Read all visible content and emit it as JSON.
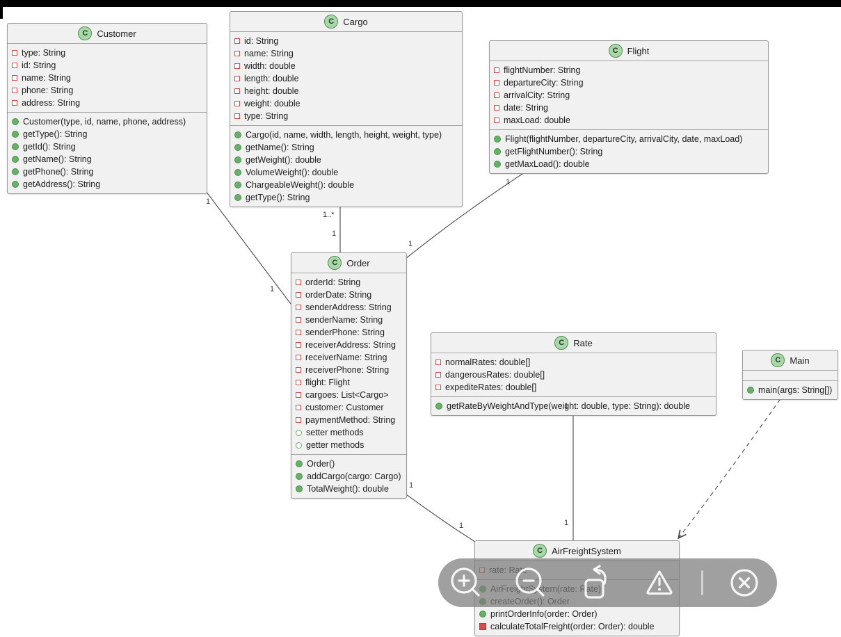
{
  "diagram": {
    "classes": [
      {
        "name": "Customer",
        "stereotype": "C",
        "attributes": [
          {
            "icon": "field",
            "text": "type: String"
          },
          {
            "icon": "field",
            "text": "id: String"
          },
          {
            "icon": "field",
            "text": "name: String"
          },
          {
            "icon": "field",
            "text": "phone: String"
          },
          {
            "icon": "field",
            "text": "address: String"
          }
        ],
        "methods": [
          {
            "icon": "method",
            "text": "Customer(type, id, name, phone, address)"
          },
          {
            "icon": "method",
            "text": "getType(): String"
          },
          {
            "icon": "method",
            "text": "getId(): String"
          },
          {
            "icon": "method",
            "text": "getName(): String"
          },
          {
            "icon": "method",
            "text": "getPhone(): String"
          },
          {
            "icon": "method",
            "text": "getAddress(): String"
          }
        ]
      },
      {
        "name": "Cargo",
        "stereotype": "C",
        "attributes": [
          {
            "icon": "field",
            "text": "id: String"
          },
          {
            "icon": "field",
            "text": "name: String"
          },
          {
            "icon": "field",
            "text": "width: double"
          },
          {
            "icon": "field",
            "text": "length: double"
          },
          {
            "icon": "field",
            "text": "height: double"
          },
          {
            "icon": "field",
            "text": "weight: double"
          },
          {
            "icon": "field",
            "text": "type: String"
          }
        ],
        "methods": [
          {
            "icon": "method",
            "text": "Cargo(id, name, width, length, height, weight, type)"
          },
          {
            "icon": "method",
            "text": "getName(): String"
          },
          {
            "icon": "method",
            "text": "getWeight(): double"
          },
          {
            "icon": "method",
            "text": "VolumeWeight(): double"
          },
          {
            "icon": "method",
            "text": "ChargeableWeight(): double"
          },
          {
            "icon": "method",
            "text": "getType(): String"
          }
        ]
      },
      {
        "name": "Flight",
        "stereotype": "C",
        "attributes": [
          {
            "icon": "field",
            "text": "flightNumber: String"
          },
          {
            "icon": "field",
            "text": "departureCity: String"
          },
          {
            "icon": "field",
            "text": "arrivalCity: String"
          },
          {
            "icon": "field",
            "text": "date: String"
          },
          {
            "icon": "field",
            "text": "maxLoad: double"
          }
        ],
        "methods": [
          {
            "icon": "method",
            "text": "Flight(flightNumber, departureCity, arrivalCity, date, maxLoad)"
          },
          {
            "icon": "method",
            "text": "getFlightNumber(): String"
          },
          {
            "icon": "method",
            "text": "getMaxLoad(): double"
          }
        ]
      },
      {
        "name": "Order",
        "stereotype": "C",
        "attributes": [
          {
            "icon": "field",
            "text": "orderId: String"
          },
          {
            "icon": "field",
            "text": "orderDate: String"
          },
          {
            "icon": "field",
            "text": "senderAddress: String"
          },
          {
            "icon": "field",
            "text": "senderName: String"
          },
          {
            "icon": "field",
            "text": "senderPhone: String"
          },
          {
            "icon": "field",
            "text": "receiverAddress: String"
          },
          {
            "icon": "field",
            "text": "receiverName: String"
          },
          {
            "icon": "field",
            "text": "receiverPhone: String"
          },
          {
            "icon": "field",
            "text": "flight: Flight"
          },
          {
            "icon": "field",
            "text": "cargoes: List<Cargo>"
          },
          {
            "icon": "field",
            "text": "customer: Customer"
          },
          {
            "icon": "field",
            "text": "paymentMethod: String"
          },
          {
            "icon": "method-hollow",
            "text": "setter methods"
          },
          {
            "icon": "method-hollow",
            "text": "getter methods"
          }
        ],
        "methods": [
          {
            "icon": "method",
            "text": "Order()"
          },
          {
            "icon": "method",
            "text": "addCargo(cargo: Cargo)"
          },
          {
            "icon": "method",
            "text": "TotalWeight(): double"
          }
        ]
      },
      {
        "name": "Rate",
        "stereotype": "C",
        "attributes": [
          {
            "icon": "field",
            "text": "normalRates: double[]"
          },
          {
            "icon": "field",
            "text": "dangerousRates: double[]"
          },
          {
            "icon": "field",
            "text": "expediteRates: double[]"
          }
        ],
        "methods": [
          {
            "icon": "method",
            "text": "getRateByWeightAndType(weight: double, type: String): double"
          }
        ]
      },
      {
        "name": "Main",
        "stereotype": "C",
        "attributes": [],
        "methods": [
          {
            "icon": "method",
            "text": "main(args: String[])"
          }
        ]
      },
      {
        "name": "AirFreightSystem",
        "stereotype": "C",
        "attributes": [
          {
            "icon": "field",
            "text": "rate: Rate"
          }
        ],
        "methods": [
          {
            "icon": "method",
            "text": "AirFreightSystem(rate: Rate)"
          },
          {
            "icon": "method",
            "text": "createOrder(): Order"
          },
          {
            "icon": "method",
            "text": "printOrderInfo(order: Order)"
          },
          {
            "icon": "private-method",
            "text": "calculateTotalFreight(order: Order): double"
          }
        ]
      }
    ],
    "edges": [
      {
        "from": "Customer",
        "to": "Order",
        "type": "association",
        "source_label": "1",
        "target_label": "1"
      },
      {
        "from": "Cargo",
        "to": "Order",
        "type": "association",
        "source_label": "1..*",
        "target_label": "1"
      },
      {
        "from": "Flight",
        "to": "Order",
        "type": "association",
        "source_label": "1",
        "target_label": "1"
      },
      {
        "from": "Order",
        "to": "AirFreightSystem",
        "type": "association",
        "source_label": "1",
        "target_label": "1"
      },
      {
        "from": "Rate",
        "to": "AirFreightSystem",
        "type": "association",
        "source_label": "1",
        "target_label": "1"
      },
      {
        "from": "Main",
        "to": "AirFreightSystem",
        "type": "dashed-dependency-arrow"
      }
    ]
  },
  "toolbar": {
    "buttons": [
      {
        "name": "zoom-in"
      },
      {
        "name": "zoom-out"
      },
      {
        "name": "reset-view"
      },
      {
        "name": "report-issue"
      },
      {
        "name": "close"
      }
    ]
  },
  "colors": {
    "class_fill": "#f1f1f1",
    "class_border": "#9a9a9a",
    "class_circle_fill": "#a9d7a9",
    "class_circle_border": "#4e8f50",
    "field_red": "#d84b4b",
    "method_green": "#67b168",
    "edge": "#555555",
    "toolbar_bg": "rgba(123,123,123,0.72)",
    "toolbar_icon": "rgba(255,255,255,0.9)"
  }
}
